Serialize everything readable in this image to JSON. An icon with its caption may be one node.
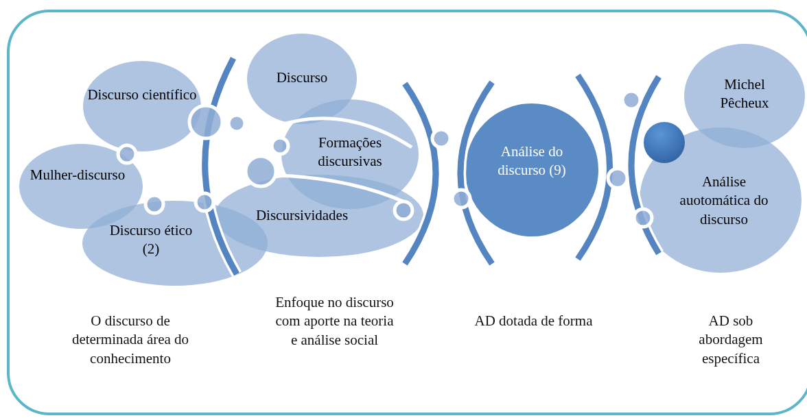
{
  "diagram": {
    "nodes": [
      {
        "text": [
          "Discurso científico"
        ]
      },
      {
        "text": [
          "Mulher-discurso"
        ]
      },
      {
        "text": [
          "Discurso ético (2)"
        ]
      },
      {
        "text": [
          "Discurso"
        ]
      },
      {
        "text": [
          "Formações discursivas"
        ]
      },
      {
        "text": [
          "Discursividades"
        ]
      },
      {
        "text": [
          "Análise do discurso (9)"
        ]
      },
      {
        "text": [
          "Michel Pêcheux"
        ]
      },
      {
        "text": [
          "Análise auotomática do discurso"
        ]
      }
    ],
    "edges": [],
    "labels": [
      "O discurso de determinada área do conhecimento",
      "Enfoque no discurso com aporte na teoria e análise social",
      "AD dotada de forma",
      "AD sob abordagem específica"
    ]
  }
}
